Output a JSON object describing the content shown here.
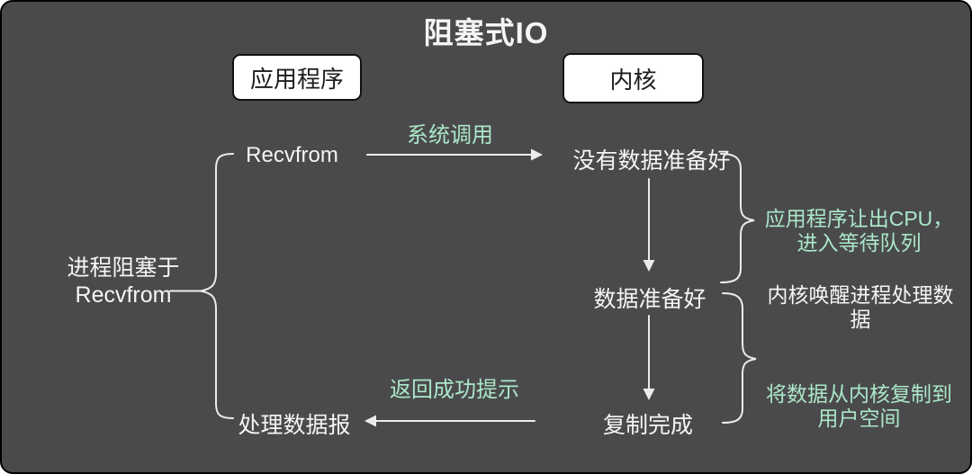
{
  "title": "阻塞式IO",
  "colors": {
    "background": "#4a4a4c",
    "panel_border": "#000000",
    "text_white": "#f5f5f5",
    "text_green": "#abe7c8",
    "box_bg": "#ffffff",
    "box_border": "#111111",
    "box_text": "#1c1c1c",
    "line": "#ececec"
  },
  "lanes": {
    "application": "应用程序",
    "kernel": "内核"
  },
  "root_note": {
    "line1": "进程阻塞于",
    "line2": "Recvfrom"
  },
  "nodes": {
    "recvfrom": "Recvfrom",
    "no_data_ready": "没有数据准备好",
    "data_ready": "数据准备好",
    "copy_complete": "复制完成",
    "process_datagram": "处理数据报"
  },
  "edges": {
    "syscall_label": "系统调用",
    "return_label": "返回成功提示"
  },
  "annotations": {
    "yield_cpu": {
      "line1": "应用程序让出CPU，",
      "line2": "进入等待队列"
    },
    "kernel_wakeup": {
      "line1": "内核唤醒进程处理数",
      "line2": "据"
    },
    "copy_to_user": {
      "line1": "将数据从内核复制到",
      "line2": "用户空间"
    }
  }
}
